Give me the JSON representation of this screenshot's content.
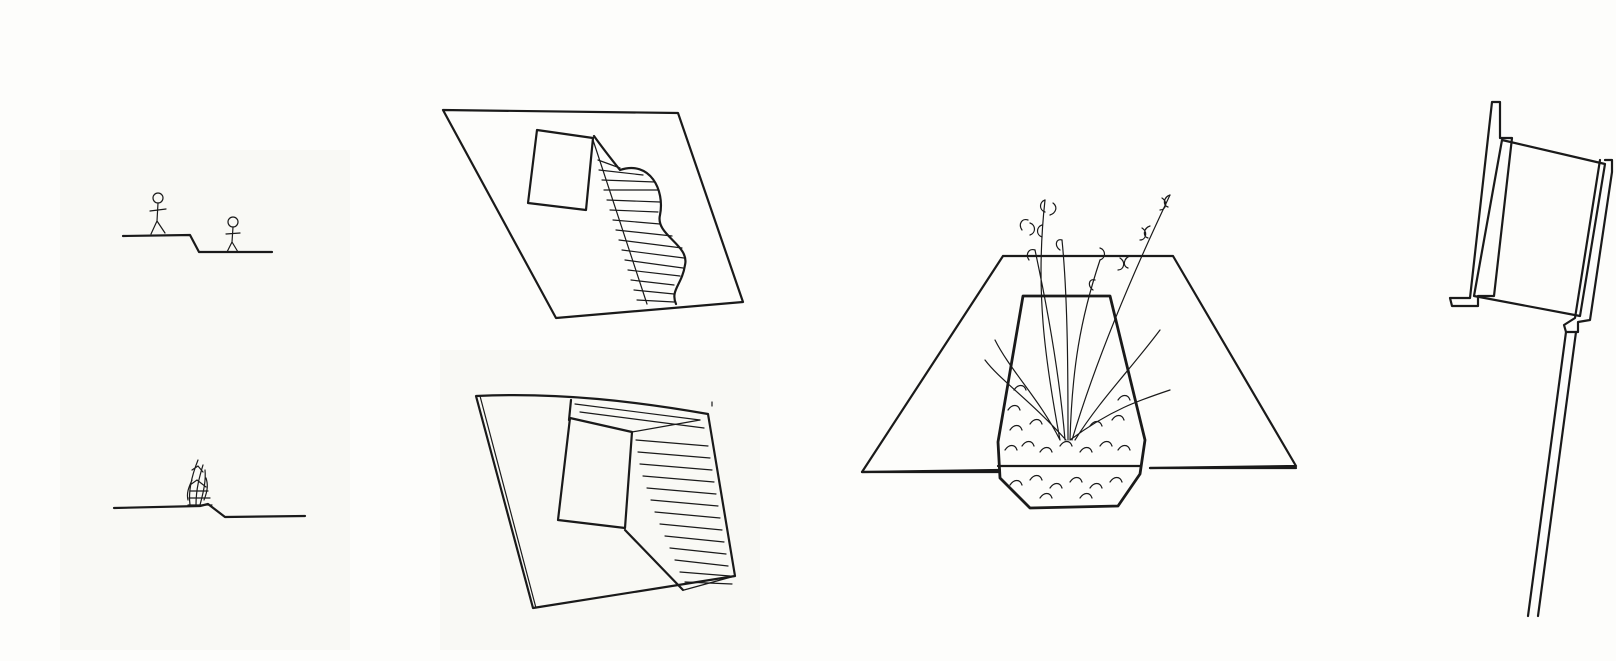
{
  "sheet": {
    "sketches": [
      {
        "name": "ground-step-with-figures",
        "icon": "two-stick-figures-icon"
      },
      {
        "name": "ground-notch-with-plant",
        "icon": "small-shrub-icon"
      },
      {
        "name": "plan-room-with-wavy-hatched-edge",
        "icon": "hatched-plan-icon"
      },
      {
        "name": "plan-room-with-diagonal-hatch",
        "icon": "hatched-plan-icon"
      },
      {
        "name": "trapezoid-planter-with-shrub",
        "icon": "planter-icon"
      },
      {
        "name": "vertical-section-detail",
        "icon": "wall-section-icon"
      }
    ],
    "ink_color": "#1a1a1a",
    "paper_color": "#fdfdfb"
  }
}
